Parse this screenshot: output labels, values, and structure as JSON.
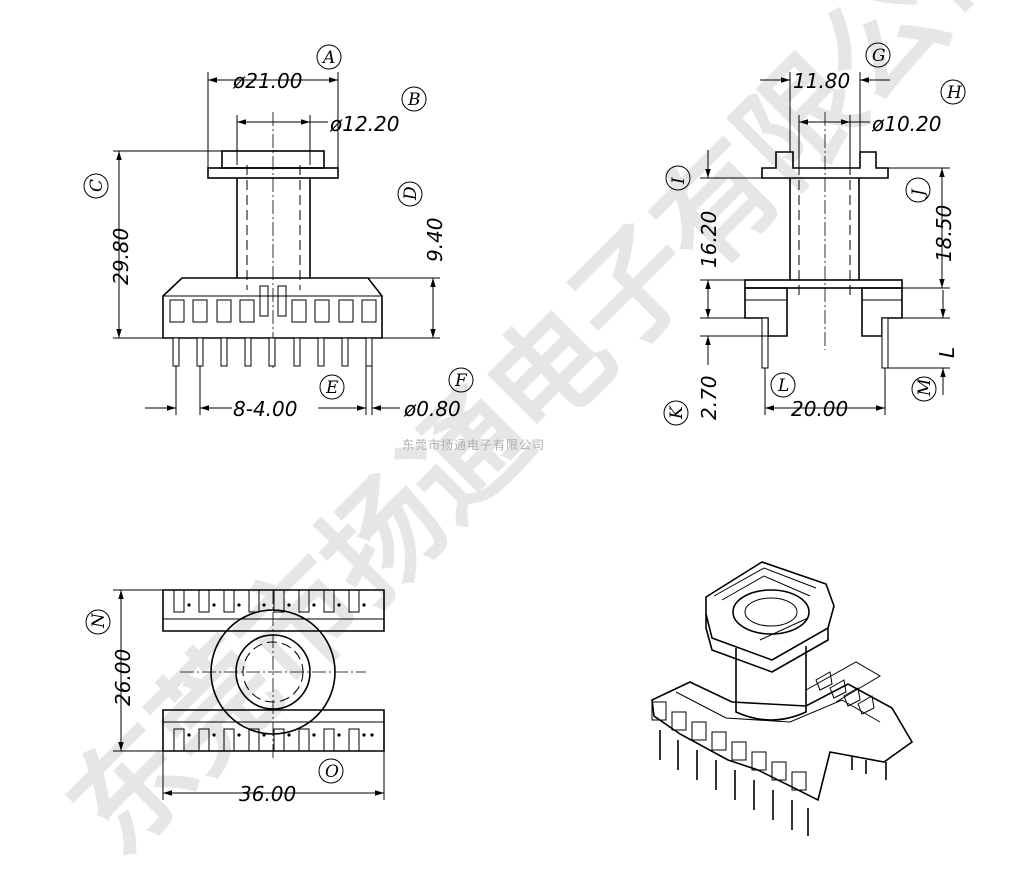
{
  "watermark": {
    "small_text": "东莞市扬通电子有限公司",
    "large_text": "东莞市扬通电子有限公司"
  },
  "front_view": {
    "dim_a": "ø21.00",
    "dim_b": "ø12.20",
    "dim_c": "29.80",
    "dim_d": "9.40",
    "dim_e": "8-4.00",
    "dim_f": "ø0.80",
    "label_a": "A",
    "label_b": "B",
    "label_c": "C",
    "label_d": "D",
    "label_e": "E",
    "label_f": "F"
  },
  "side_view": {
    "dim_g": "11.80",
    "dim_h": "ø10.20",
    "dim_i": "16.20",
    "dim_j": "18.50",
    "dim_k": "2.70",
    "dim_l": "20.00",
    "dim_m": "L",
    "label_g": "G",
    "label_h": "H",
    "label_i": "I",
    "label_j": "J",
    "label_k": "K",
    "label_l": "L",
    "label_m": "M"
  },
  "bottom_view": {
    "dim_n": "26.00",
    "dim_o": "36.00",
    "label_n": "N",
    "label_o": "O"
  }
}
